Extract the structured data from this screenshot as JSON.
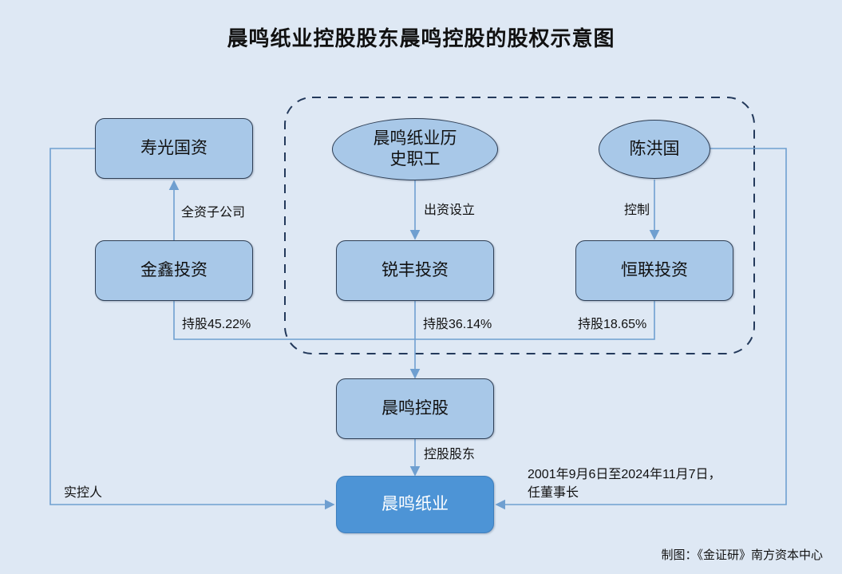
{
  "page": {
    "title": "晨鸣纸业控股股东晨鸣控股的股权示意图",
    "footer_credit": "制图：《金证研》南方资本中心",
    "background_color": "#dee8f4",
    "node_fill": "#a8c8e8",
    "highlight_fill": "#4d94d6",
    "connector_color": "#6f9fd0",
    "dashed_group_color": "#23395b"
  },
  "nodes": {
    "shouguang": {
      "label": "寿光国资",
      "shape": "box"
    },
    "jinxin": {
      "label": "金鑫投资",
      "shape": "box"
    },
    "employees": {
      "label": "晨鸣纸业历史职工",
      "line1": "晨鸣纸业历",
      "line2": "史职工",
      "shape": "ellipse"
    },
    "chenhongguo": {
      "label": "陈洪国",
      "shape": "ellipse"
    },
    "ruifeng": {
      "label": "锐丰投资",
      "shape": "box"
    },
    "henglian": {
      "label": "恒联投资",
      "shape": "box"
    },
    "chenming_holding": {
      "label": "晨鸣控股",
      "shape": "box"
    },
    "chenming_paper": {
      "label": "晨鸣纸业",
      "shape": "box-dark"
    }
  },
  "edge_labels": {
    "wholly_owned": "全资子公司",
    "funded_establishment": "出资设立",
    "control": "控制",
    "stake_jinxin": "持股45.22%",
    "stake_ruifeng": "持股36.14%",
    "stake_henglian": "持股18.65%",
    "controlling_shareholder": "控股股东",
    "actual_controller": "实控人",
    "chairman_term_line1": "2001年9月6日至2024年11月7日，",
    "chairman_term_line2": "任董事长"
  },
  "stakes": [
    {
      "holder": "金鑫投资",
      "target": "晨鸣控股",
      "percent": 45.22,
      "label": "持股45.22%"
    },
    {
      "holder": "锐丰投资",
      "target": "晨鸣控股",
      "percent": 36.14,
      "label": "持股36.14%"
    },
    {
      "holder": "恒联投资",
      "target": "晨鸣控股",
      "percent": 18.65,
      "label": "持股18.65%"
    }
  ]
}
